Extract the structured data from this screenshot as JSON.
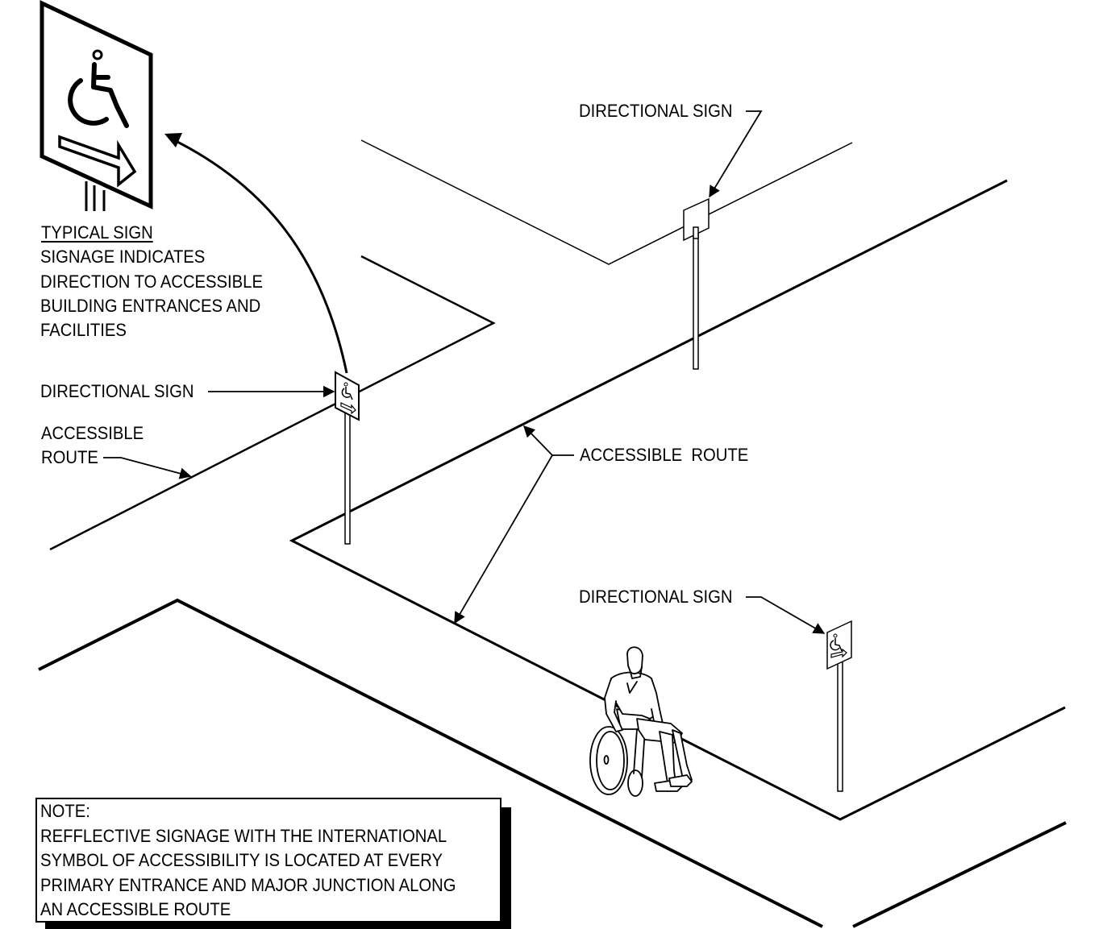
{
  "diagram": {
    "typical_sign": {
      "title": "TYPICAL SIGN",
      "lines": [
        "SIGNAGE INDICATES",
        "DIRECTION TO ACCESSIBLE",
        "BUILDING ENTRANCES AND",
        "FACILITIES"
      ]
    },
    "labels": {
      "directional_sign_top": "DIRECTIONAL SIGN",
      "directional_sign_left": "DIRECTIONAL SIGN",
      "directional_sign_bottom": "DIRECTIONAL SIGN",
      "accessible_route_left_1": "ACCESSIBLE",
      "accessible_route_left_2": "ROUTE",
      "accessible_route_center": "ACCESSIBLE  ROUTE"
    },
    "note": {
      "heading": "NOTE:",
      "lines": [
        "REFFLECTIVE SIGNAGE WITH THE INTERNATIONAL",
        "SYMBOL OF ACCESSIBILITY IS LOCATED AT EVERY",
        "PRIMARY ENTRANCE AND MAJOR JUNCTION ALONG",
        "AN ACCESSIBLE ROUTE"
      ]
    },
    "icons": [
      "wheelchair-accessibility-icon",
      "direction-arrow-icon",
      "wheelchair-user-figure"
    ]
  }
}
